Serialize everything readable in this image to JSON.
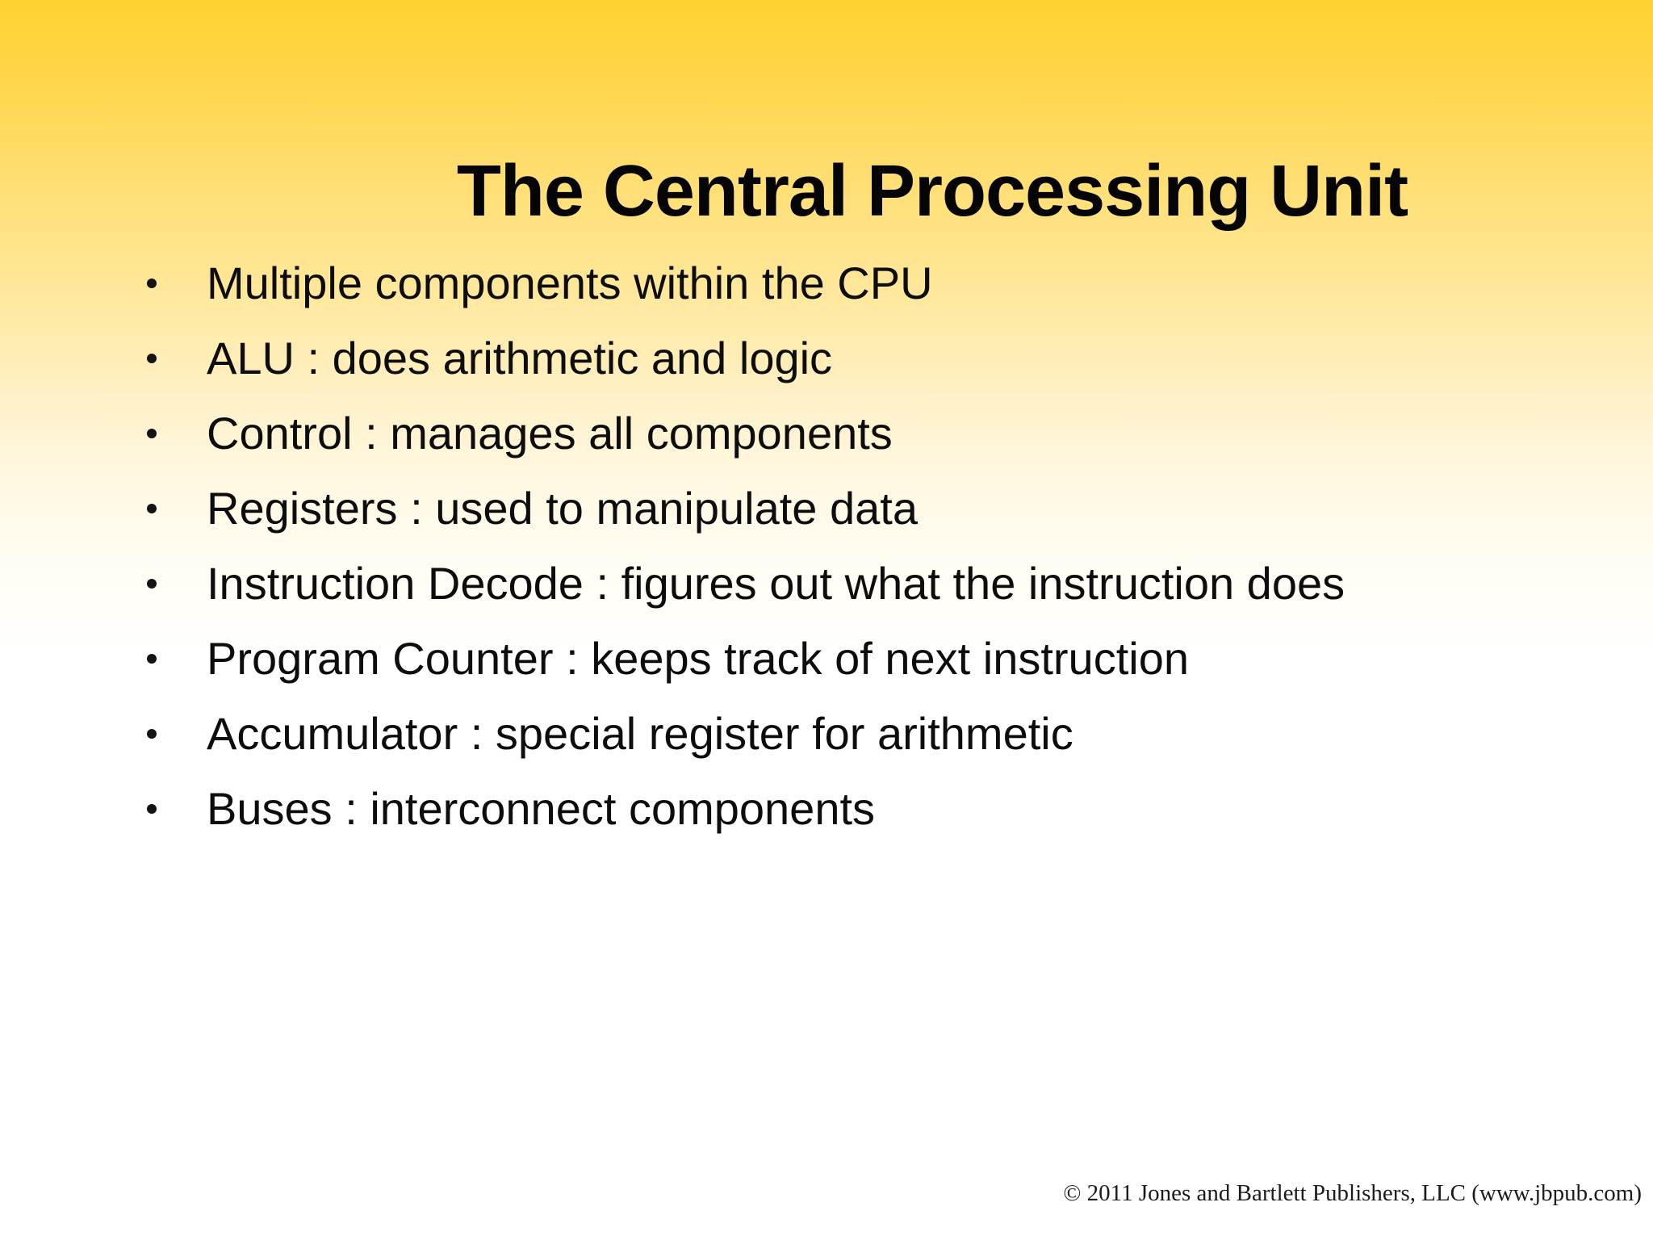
{
  "slide": {
    "title": "The Central Processing Unit",
    "bullets": [
      "Multiple components within the CPU",
      "ALU : does arithmetic and logic",
      "Control : manages all components",
      "Registers : used to manipulate data",
      "Instruction Decode : figures out what the instruction does",
      "Program Counter : keeps track of next instruction",
      "Accumulator : special register for arithmetic",
      "Buses : interconnect components"
    ],
    "footer": "© 2011 Jones and Bartlett Publishers, LLC (www.jbpub.com)",
    "colors": {
      "background_top": "#ffd231",
      "background_bottom": "#ffffff",
      "title_text": "#050505",
      "body_text": "#0d0d0d",
      "footer_text": "#1c1c1c"
    }
  }
}
